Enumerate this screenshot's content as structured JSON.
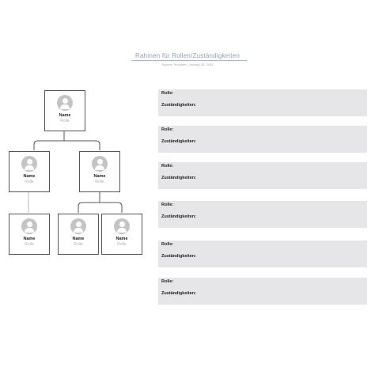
{
  "header": {
    "title": "Rahmen für Rollen/Zuständigkeiten",
    "subtitle": "System Template  |  January 25, 2024"
  },
  "org_chart": {
    "nodes": [
      {
        "id": "root",
        "name": "Name",
        "role": "Rolle"
      },
      {
        "id": "mid-left",
        "name": "Name",
        "role": "Rolle"
      },
      {
        "id": "mid-right",
        "name": "Name",
        "role": "Rolle"
      },
      {
        "id": "leaf-left",
        "name": "Name",
        "role": "Rolle"
      },
      {
        "id": "leaf-mid",
        "name": "Name",
        "role": "Rolle"
      },
      {
        "id": "leaf-right",
        "name": "Name",
        "role": "Rolle"
      }
    ],
    "edges": [
      [
        "root",
        "mid-left"
      ],
      [
        "root",
        "mid-right"
      ],
      [
        "mid-left",
        "leaf-left"
      ],
      [
        "mid-right",
        "leaf-mid"
      ],
      [
        "mid-right",
        "leaf-right"
      ]
    ]
  },
  "panels": [
    {
      "role_label": "Rolle:",
      "responsibilities_label": "Zuständigkeiten:"
    },
    {
      "role_label": "Rolle:",
      "responsibilities_label": "Zuständigkeiten:"
    },
    {
      "role_label": "Rolle:",
      "responsibilities_label": "Zuständigkeiten:"
    },
    {
      "role_label": "Rolle:",
      "responsibilities_label": "Zuständigkeiten:"
    },
    {
      "role_label": "Rolle:",
      "responsibilities_label": "Zuständigkeiten:"
    },
    {
      "role_label": "Rolle:",
      "responsibilities_label": "Zuständigkeiten:"
    }
  ],
  "colors": {
    "title": "#8fa3b5",
    "panel_background": "#e6e6e8",
    "avatar": "#c4c4c4",
    "card_border": "#555555",
    "connector": "#555555",
    "connector_light": "#bbbbbb"
  }
}
